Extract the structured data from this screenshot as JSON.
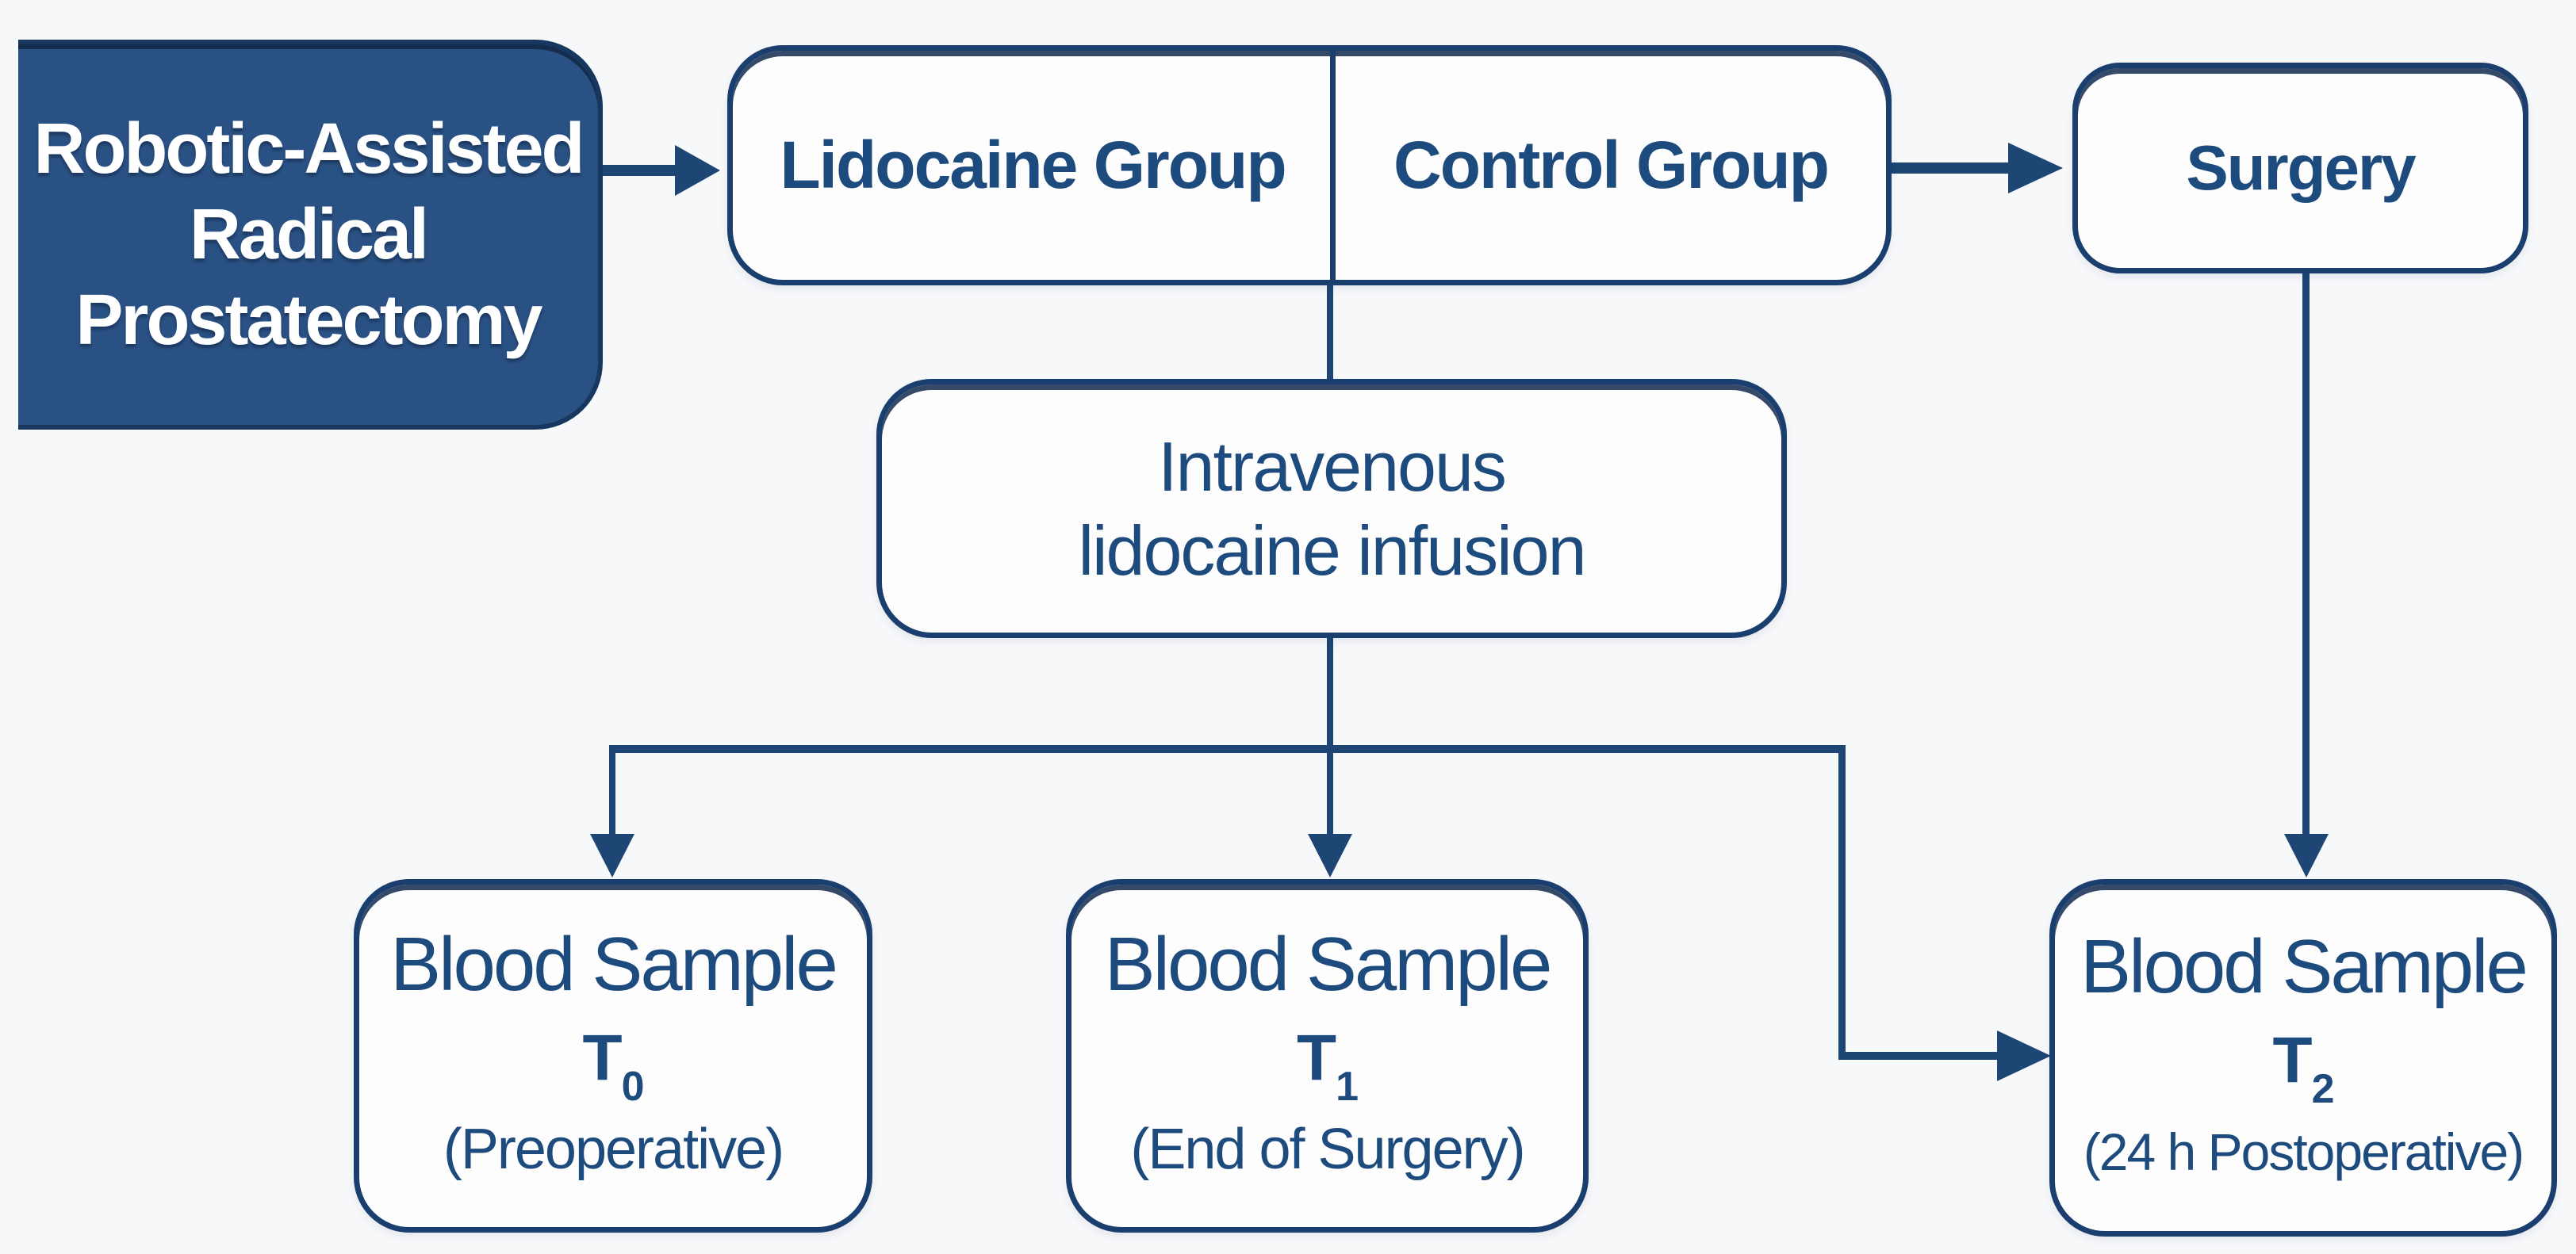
{
  "colors": {
    "background": "#f7f8fa",
    "start_fill": "#2a5183",
    "border_navy": "#1a3f6f",
    "line_navy": "#1d4674",
    "text_navy": "#1e4b7e",
    "start_text": "#ffffff"
  },
  "nodes": {
    "start": {
      "lines": [
        "Robotic-Assisted",
        "Radical",
        "Prostatectomy"
      ]
    },
    "groups": {
      "left_label": "Lidocaine Group",
      "right_label": "Control Group"
    },
    "surgery": {
      "label": "Surgery"
    },
    "infusion": {
      "lines": [
        "Intravenous",
        "lidocaine infusion"
      ]
    },
    "sample_t0": {
      "title": "Blood Sample",
      "t_label": "T",
      "t_sub": "0",
      "caption": "(Preoperative)"
    },
    "sample_t1": {
      "title": "Blood Sample",
      "t_label": "T",
      "t_sub": "1",
      "caption": "(End of Surgery)"
    },
    "sample_t2": {
      "title": "Blood Sample",
      "t_label": "T",
      "t_sub": "2",
      "caption": "(24 h Postoperative)"
    }
  }
}
